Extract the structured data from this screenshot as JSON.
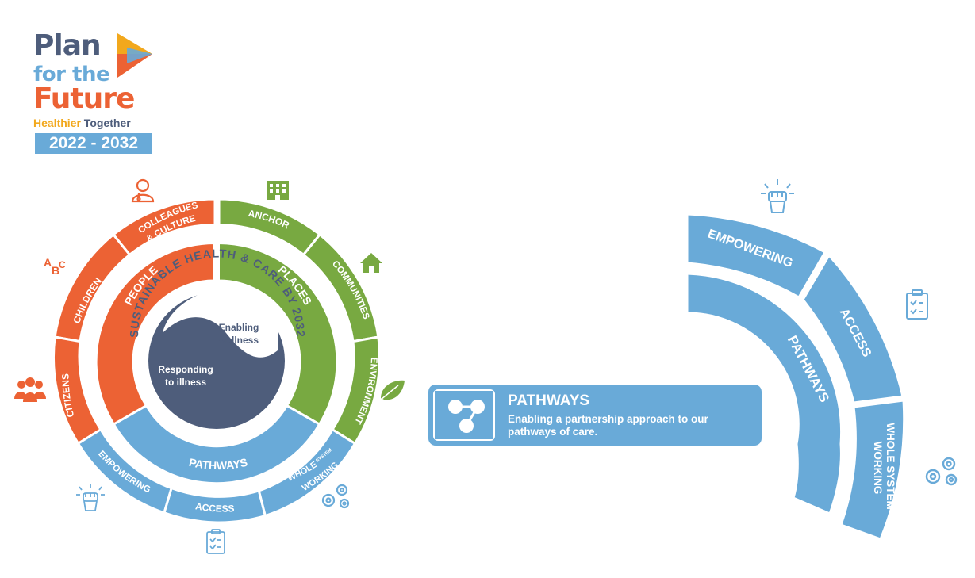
{
  "logo": {
    "line1": "Plan",
    "line2": "for the",
    "line3": "Future",
    "tagline_a": "Healthier",
    "tagline_b": " Together",
    "years": "2022 - 2032"
  },
  "wheel": {
    "centre_title": "SUSTAINABLE HEALTH & CARE BY 2032",
    "enabling_1": "Enabling",
    "enabling_2": "wellness",
    "responding_1": "Responding",
    "responding_2": "to illness",
    "inner": {
      "people": "PEOPLE",
      "places": "PLACES",
      "pathways": "PATHWAYS"
    },
    "outer": {
      "colleagues_1": "COLLEAGUES",
      "colleagues_2": "& CULTURE",
      "children": "CHILDREN",
      "citizens": "CITIZENS",
      "anchor": "ANCHOR",
      "communities": "COMMUNITIES",
      "environment": "ENVIRONMENT",
      "empowering": "EMPOWERING",
      "access": "ACCESS",
      "whole_1": "WHOLE",
      "whole_sup": "SYSTEM",
      "whole_2": "WORKING"
    },
    "colors": {
      "people": "#ec6234",
      "places": "#78a941",
      "pathways": "#69aad8",
      "core": "#4e5d7b"
    }
  },
  "detail": {
    "empowering": "EMPOWERING",
    "access": "ACCESS",
    "pathways": "PATHWAYS",
    "whole": "WHOLE SYSTEM",
    "working": "WORKING"
  },
  "card": {
    "title": "PATHWAYS",
    "description": "Enabling a partnership approach to our pathways of care."
  },
  "icons": [
    "doctor-icon",
    "hospital-icon",
    "abc-icon",
    "house-icon",
    "group-icon",
    "leaf-icon",
    "fist-icon",
    "clipboard-icon",
    "gears-icon"
  ]
}
